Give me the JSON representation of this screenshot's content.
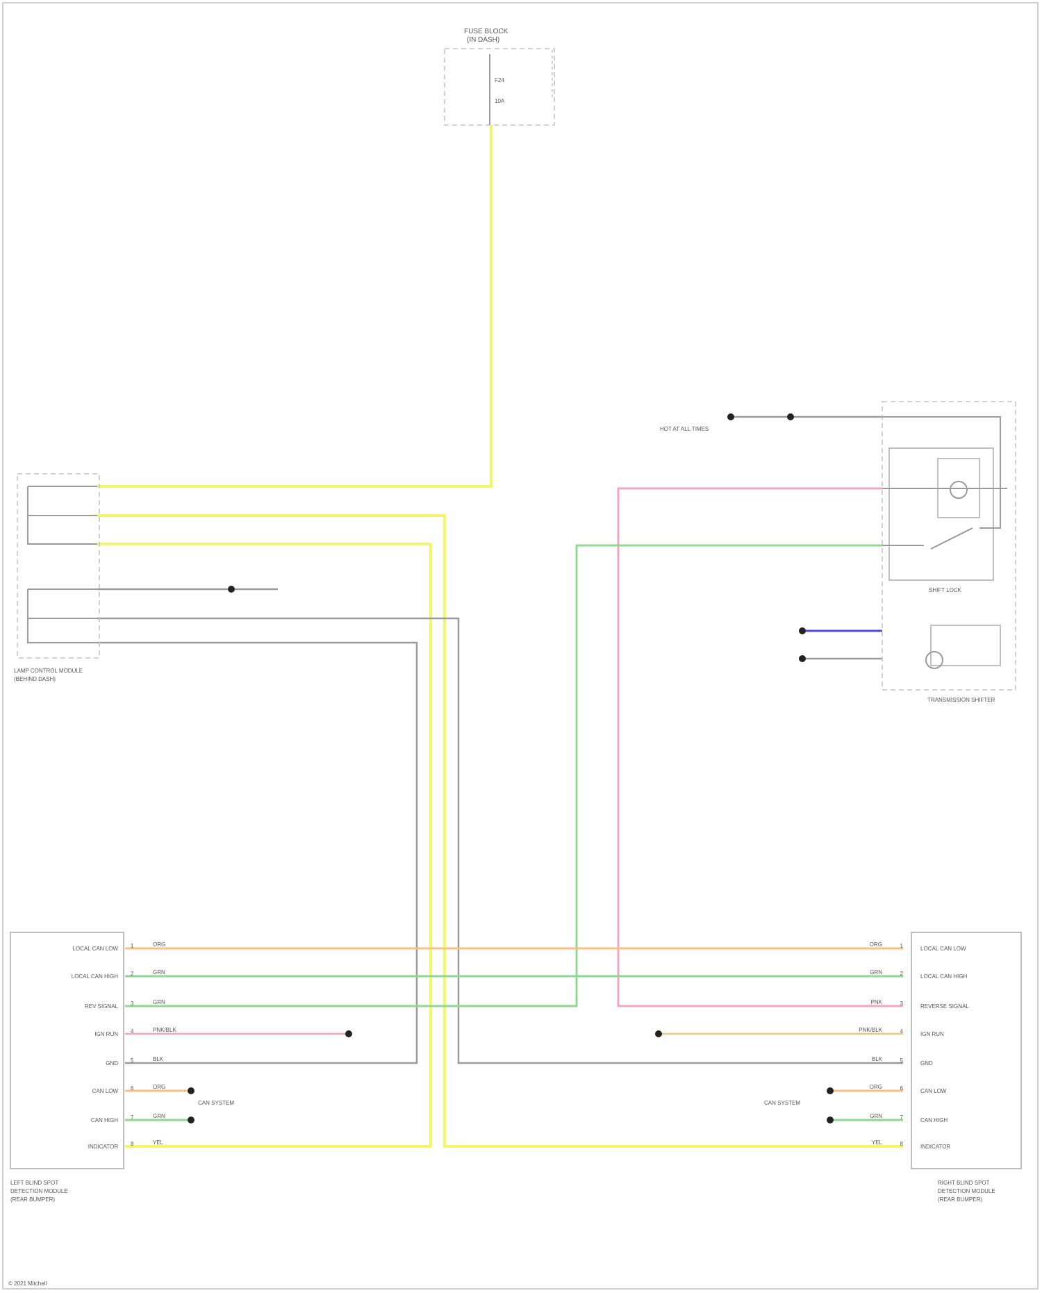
{
  "colors": {
    "yellow": "#f5f56a",
    "gray": "#9a9a9a",
    "pink": "#f3a6bd",
    "green": "#8fd88f",
    "orange": "#f6c184",
    "blue": "#4a4ae0",
    "frame": "#cfcfcf"
  },
  "fuse_block": {
    "title_line1": "FUSE BLOCK",
    "title_line2": "(IN DASH)",
    "fuse_label": "F24",
    "fuse_note": "10A"
  },
  "lamp_module": {
    "label_line1": "LAMP CONTROL MODULE",
    "label_line2": "(BEHIND DASH)"
  },
  "transmission_shifter": {
    "label": "TRANSMISSION SHIFTER"
  },
  "left_sensor": {
    "label_line1": "LEFT BLIND SPOT",
    "label_line2": "DETECTION MODULE",
    "label_line3": "(REAR BUMPER)",
    "pins": [
      {
        "name": "LOCAL CAN LOW",
        "num": "1",
        "wire": "ORG"
      },
      {
        "name": "LOCAL CAN HIGH",
        "num": "2",
        "wire": "GRN"
      },
      {
        "name": "REV SIGNAL",
        "num": "3",
        "wire": "GRN"
      },
      {
        "name": "IGN RUN",
        "num": "4",
        "wire": "PNK/BLK"
      },
      {
        "name": "GND",
        "num": "5",
        "wire": "BLK"
      },
      {
        "name": "CAN LOW",
        "num": "6",
        "wire": "ORG"
      },
      {
        "name": "CAN HIGH",
        "num": "7",
        "wire": "GRN"
      },
      {
        "name": "INDICATOR",
        "num": "8",
        "wire": "YEL"
      }
    ]
  },
  "right_sensor": {
    "label_line1": "RIGHT BLIND SPOT",
    "label_line2": "DETECTION MODULE",
    "label_line3": "(REAR BUMPER)",
    "pins": [
      {
        "name": "LOCAL CAN LOW",
        "num": "1",
        "wire": "ORG"
      },
      {
        "name": "LOCAL CAN HIGH",
        "num": "2",
        "wire": "GRN"
      },
      {
        "name": "REVERSE SIGNAL",
        "num": "3",
        "wire": "PNK"
      },
      {
        "name": "IGN RUN",
        "num": "4",
        "wire": "PNK/BLK"
      },
      {
        "name": "GND",
        "num": "5",
        "wire": "BLK"
      },
      {
        "name": "CAN LOW",
        "num": "6",
        "wire": "ORG"
      },
      {
        "name": "CAN HIGH",
        "num": "7",
        "wire": "GRN"
      },
      {
        "name": "INDICATOR",
        "num": "8",
        "wire": "YEL"
      }
    ]
  },
  "notes": {
    "can_system_left": "CAN SYSTEM",
    "can_system_right": "CAN SYSTEM",
    "ground": "GND",
    "hot_at_all_times": "HOT AT ALL TIMES",
    "shifter_note": "SHIFT LOCK"
  },
  "footer": {
    "watermark": "© 2021 Mitchell"
  }
}
